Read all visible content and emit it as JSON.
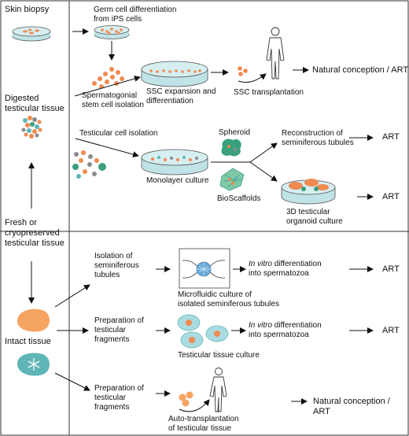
{
  "left": {
    "skin_biopsy": "Skin biopsy",
    "digested": "Digested\ntesticular tissue",
    "fresh": "Fresh or\ncryopreserved\ntesticular tissue",
    "intact": "Intact tissue"
  },
  "top": {
    "germ_cell": "Germ cell differentiation\nfrom iPS cells",
    "ssc_isolation": "Spermatogonial\nstem cell isolation",
    "ssc_expansion": "SSC expansion and\ndifferentiation",
    "ssc_transplant": "SSC transplantation",
    "natural1": "Natural conception / ART",
    "testicular_isolation": "Testicular cell isolation",
    "monolayer": "Monolayer culture",
    "spheroid": "Spheroid",
    "bioscaffolds": "BioScaffolds",
    "reconstruction": "Reconstruction of\nseminiferous tubules",
    "art1": "ART",
    "organoid": "3D testicular\norganoid culture",
    "art2": "ART"
  },
  "bottom": {
    "isolation_tubules": "Isolation of\nseminiferous\ntubules",
    "microfluidic": "Microfluidic culture of\nisolated seminiferous tubules",
    "invitro1_em": "In vitro",
    "invitro1_rest": " differentiation",
    "invitro1_line2": "into spermatozoa",
    "art3": "ART",
    "prep1": "Preparation of\ntesticular\nfragments",
    "tissue_culture": "Testicular tissue  culture",
    "invitro2_em": "In vitro",
    "invitro2_rest": " differentiation",
    "invitro2_line2": "into spermatozoa",
    "art4": "ART",
    "prep2": "Preparation of\ntesticular\nfragments",
    "auto": "Auto-transplantation\nof testicular tissue",
    "natural2": "Natural conception / ART"
  },
  "colors": {
    "orange": "#f08a50",
    "teal": "#5fb5b5",
    "light_teal": "#bfe3e6",
    "gray": "#8c8c8c",
    "green": "#3aa07c",
    "tissue": "#f5a462"
  }
}
